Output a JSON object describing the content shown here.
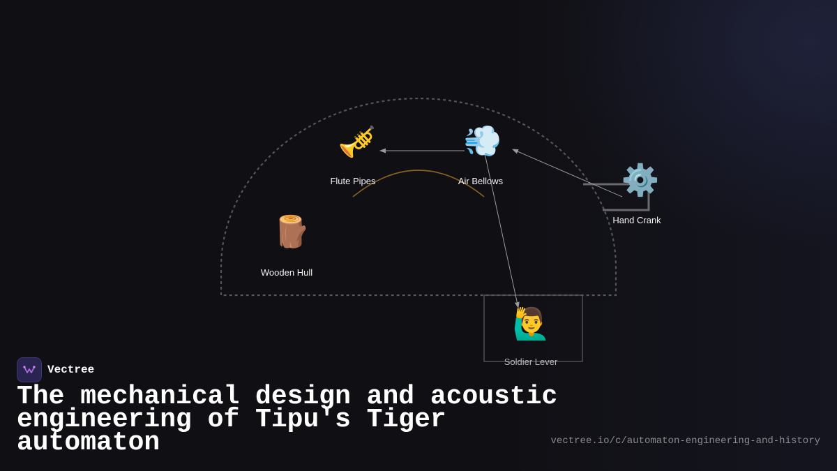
{
  "nodes": {
    "flute_pipes": {
      "icon": "🎺",
      "label": "Flute Pipes"
    },
    "air_bellows": {
      "icon": "💨",
      "label": "Air Bellows"
    },
    "hand_crank": {
      "icon": "⚙️",
      "label": "Hand Crank"
    },
    "wooden_hull": {
      "icon": "🪵",
      "label": "Wooden Hull"
    },
    "soldier_lever": {
      "icon": "🙋‍♂️",
      "label": "Soldier Lever"
    }
  },
  "footer": {
    "brand": "Vectree",
    "title": "The mechanical design and acoustic engineering of Tipu's Tiger automaton",
    "url": "vectree.io/c/automaton-engineering-and-history"
  },
  "colors": {
    "background": "#101014",
    "dashed_outline": "#55555a",
    "arc_accent": "#8a6420",
    "arrow": "#9a9aa0",
    "crank_frame": "#6a6a6e"
  }
}
